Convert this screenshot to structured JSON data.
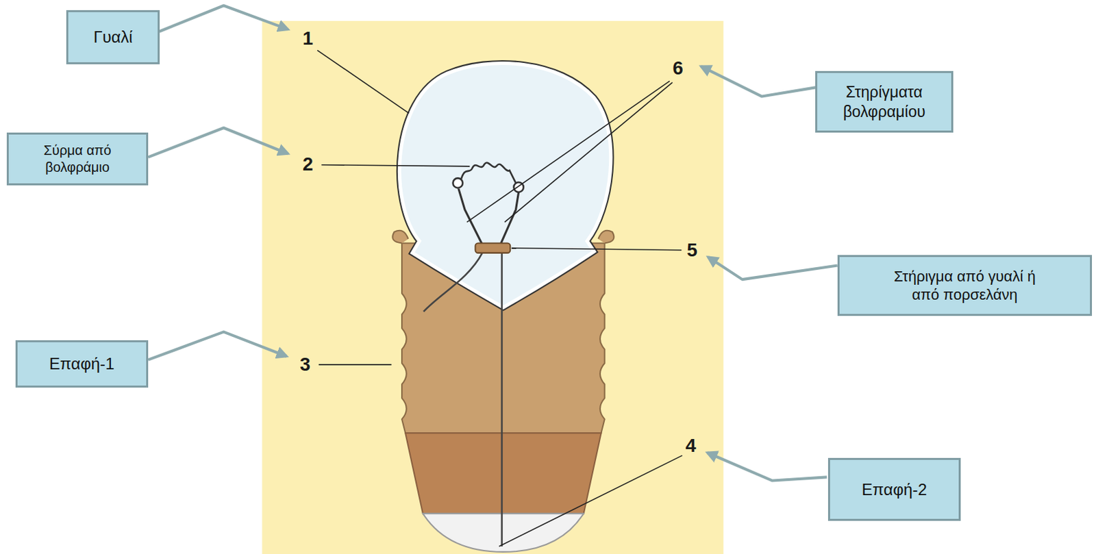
{
  "diagram": {
    "nodes": [
      {
        "text": [
          "Γυαλί"
        ]
      },
      {
        "text": [
          "Στηρίγματα βολφραμίου"
        ]
      },
      {
        "text": [
          "Σύρμα από βολφράμιο"
        ]
      },
      {
        "text": [
          "Στήριγμα από γυαλί ή από πορσελάνη"
        ]
      },
      {
        "text": [
          "Επαφή-1"
        ]
      },
      {
        "text": [
          "Επαφή-2"
        ]
      }
    ],
    "labels": [
      "1",
      "6",
      "2",
      "5",
      "3",
      "4"
    ]
  }
}
